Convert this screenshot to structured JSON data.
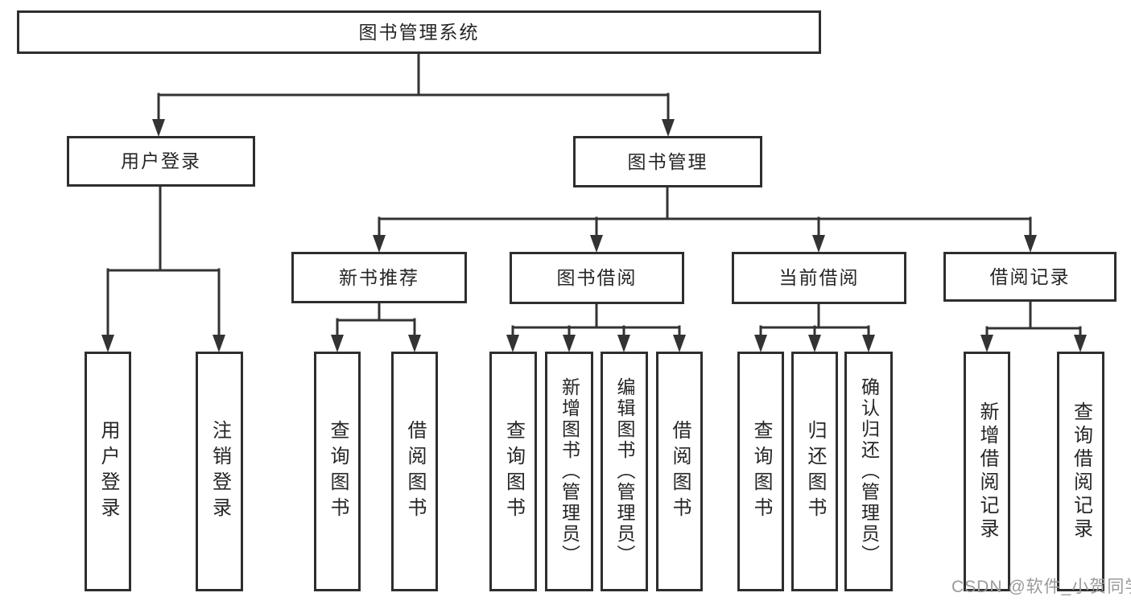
{
  "tree": {
    "label": "图书管理系统",
    "children": [
      {
        "label": "用户登录",
        "children": [
          {
            "label": "用户登录"
          },
          {
            "label": "注销登录"
          }
        ]
      },
      {
        "label": "图书管理",
        "children": [
          {
            "label": "新书推荐",
            "children": [
              {
                "label": "查询图书"
              },
              {
                "label": "借阅图书"
              }
            ]
          },
          {
            "label": "图书借阅",
            "children": [
              {
                "label": "查询图书"
              },
              {
                "label": "新增图书（管理员）"
              },
              {
                "label": "编辑图书（管理员）"
              },
              {
                "label": "借阅图书"
              }
            ]
          },
          {
            "label": "当前借阅",
            "children": [
              {
                "label": "查询图书"
              },
              {
                "label": "归还图书"
              },
              {
                "label": "确认归还（管理员）"
              }
            ]
          },
          {
            "label": "借阅记录",
            "children": [
              {
                "label": "新增借阅记录"
              },
              {
                "label": "查询借阅记录"
              }
            ]
          }
        ]
      }
    ]
  },
  "watermark": {
    "text": "CSDN @软件_小贺同学"
  },
  "colors": {
    "line": "#333333",
    "box_border": "#2e2e2e",
    "box_background": "#ffffff",
    "text": "#262626",
    "watermark": "#9a9a9a",
    "page_background": "#ffffff"
  }
}
